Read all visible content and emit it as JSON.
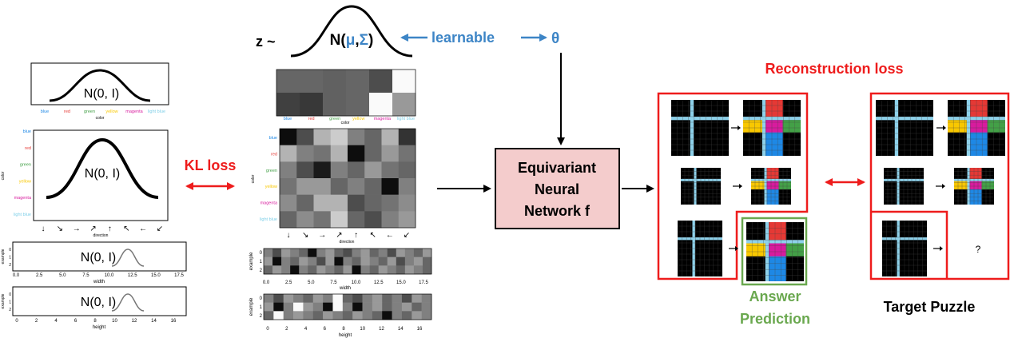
{
  "prior": {
    "color_panel": {
      "label": "N(0, I)",
      "x_categories": [
        "blue",
        "red",
        "green",
        "yellow",
        "magenta",
        "light blue"
      ],
      "x_axis_label": "color"
    },
    "direction_panel": {
      "label": "N(0, I)",
      "y_categories": [
        "blue",
        "red",
        "green",
        "yellow",
        "magenta",
        "light blue"
      ],
      "y_axis_label": "color",
      "x_arrows": [
        "↓",
        "↘",
        "→",
        "↗",
        "↑",
        "↖",
        "←",
        "↙"
      ],
      "x_axis_label": "direction"
    },
    "width_panel": {
      "label": "N(0, I)",
      "y_axis_label": "example",
      "y_ticks": [
        "0",
        "1",
        "2"
      ],
      "x_ticks": [
        "0.0",
        "2.5",
        "5.0",
        "7.5",
        "10.0",
        "12.5",
        "15.0",
        "17.5"
      ],
      "x_axis_label": "width"
    },
    "height_panel": {
      "label": "N(0, I)",
      "y_axis_label": "example",
      "y_ticks": [
        "0",
        "1",
        "2"
      ],
      "x_ticks": [
        "0",
        "2",
        "4",
        "6",
        "8",
        "10",
        "12",
        "14",
        "16"
      ],
      "x_axis_label": "height"
    }
  },
  "kl_loss": "KL loss",
  "latent": {
    "z_prefix": "z ~",
    "dist_prefix": "N(",
    "dist_mu": "μ",
    "dist_comma": ",",
    "dist_sigma": "Σ",
    "dist_suffix": ")",
    "learnable": "learnable",
    "theta": "θ",
    "color_heatmap": {
      "x_categories": [
        "blue",
        "red",
        "green",
        "yellow",
        "magenta",
        "light blue"
      ],
      "x_axis_label": "color",
      "values": [
        [
          0.4,
          0.4,
          0.38,
          0.4,
          0.3,
          0.98
        ],
        [
          0.25,
          0.22,
          0.38,
          0.4,
          0.98,
          0.6
        ]
      ]
    },
    "direction_heatmap": {
      "y_categories": [
        "blue",
        "red",
        "green",
        "yellow",
        "magenta",
        "light blue"
      ],
      "x_arrows": [
        "↓",
        "↘",
        "→",
        "↗",
        "↑",
        "↖",
        "←",
        "↙"
      ],
      "x_axis_label": "direction",
      "y_axis_label": "color",
      "values": [
        [
          0.05,
          0.3,
          0.7,
          0.8,
          0.5,
          0.4,
          0.7,
          0.2
        ],
        [
          0.7,
          0.5,
          0.45,
          0.7,
          0.05,
          0.4,
          0.6,
          0.45
        ],
        [
          0.5,
          0.3,
          0.1,
          0.5,
          0.4,
          0.6,
          0.45,
          0.4
        ],
        [
          0.45,
          0.6,
          0.6,
          0.4,
          0.5,
          0.4,
          0.05,
          0.5
        ],
        [
          0.55,
          0.4,
          0.7,
          0.7,
          0.3,
          0.4,
          0.45,
          0.55
        ],
        [
          0.4,
          0.55,
          0.45,
          0.8,
          0.4,
          0.3,
          0.5,
          0.6
        ]
      ]
    },
    "width_heatmap": {
      "y_axis_label": "example",
      "y_ticks": [
        "0",
        "1",
        "2"
      ],
      "x_ticks": [
        "0.0",
        "2.5",
        "5.0",
        "7.5",
        "10.0",
        "12.5",
        "15.0",
        "17.5"
      ],
      "x_axis_label": "width",
      "values": [
        [
          0.5,
          0.3,
          0.6,
          0.5,
          0.4,
          0.05,
          0.5,
          0.6,
          0.4,
          0.3,
          0.5,
          0.6,
          0.4,
          0.5,
          0.3,
          0.6,
          0.5,
          0.4,
          0.6
        ],
        [
          0.6,
          0.05,
          0.5,
          0.4,
          0.6,
          0.5,
          0.3,
          0.6,
          0.05,
          0.5,
          0.4,
          0.6,
          0.5,
          0.4,
          0.6,
          0.3,
          0.5,
          0.6,
          0.4
        ],
        [
          0.4,
          0.6,
          0.5,
          0.05,
          0.5,
          0.4,
          0.6,
          0.5,
          0.4,
          0.6,
          0.05,
          0.5,
          0.4,
          0.6,
          0.5,
          0.4,
          0.6,
          0.5,
          0.4
        ]
      ]
    },
    "height_heatmap": {
      "y_axis_label": "example",
      "y_ticks": [
        "0",
        "1",
        "2"
      ],
      "x_ticks": [
        "0",
        "2",
        "4",
        "6",
        "8",
        "10",
        "12",
        "14",
        "16"
      ],
      "x_axis_label": "height",
      "values": [
        [
          0.5,
          0.3,
          0.6,
          0.5,
          0.4,
          0.6,
          0.5,
          0.98,
          0.4,
          0.3,
          0.5,
          0.6,
          0.4,
          0.5,
          0.3,
          0.6,
          0.5
        ],
        [
          0.6,
          0.05,
          0.5,
          0.98,
          0.6,
          0.5,
          0.05,
          0.98,
          0.5,
          0.05,
          0.5,
          0.6,
          0.4,
          0.5,
          0.6,
          0.4,
          0.5
        ],
        [
          0.4,
          0.98,
          0.5,
          0.6,
          0.5,
          0.4,
          0.6,
          0.5,
          0.4,
          0.6,
          0.5,
          0.4,
          0.05,
          0.5,
          0.4,
          0.6,
          0.5
        ]
      ]
    }
  },
  "network": {
    "line1": "Equivariant",
    "line2": "Neural",
    "line3": "Network f"
  },
  "reconstruction_loss": "Reconstruction loss",
  "answer_prediction": {
    "line1": "Answer",
    "line2": "Prediction"
  },
  "target_puzzle": {
    "label": "Target Puzzle",
    "unknown": "?"
  },
  "colors": {
    "accent_red": "#ee1c1c",
    "accent_blue": "#3d85c6",
    "answer_green": "#6aa84f",
    "network_fill": "#f4cccc",
    "grid_cyan": "#8ed1ea",
    "cat_blue": "#1e88e5",
    "cat_red": "#e53935",
    "cat_green": "#43a047",
    "cat_yellow": "#f9c800",
    "cat_magenta": "#d81b9e",
    "cat_lightblue": "#7ecfe8"
  }
}
